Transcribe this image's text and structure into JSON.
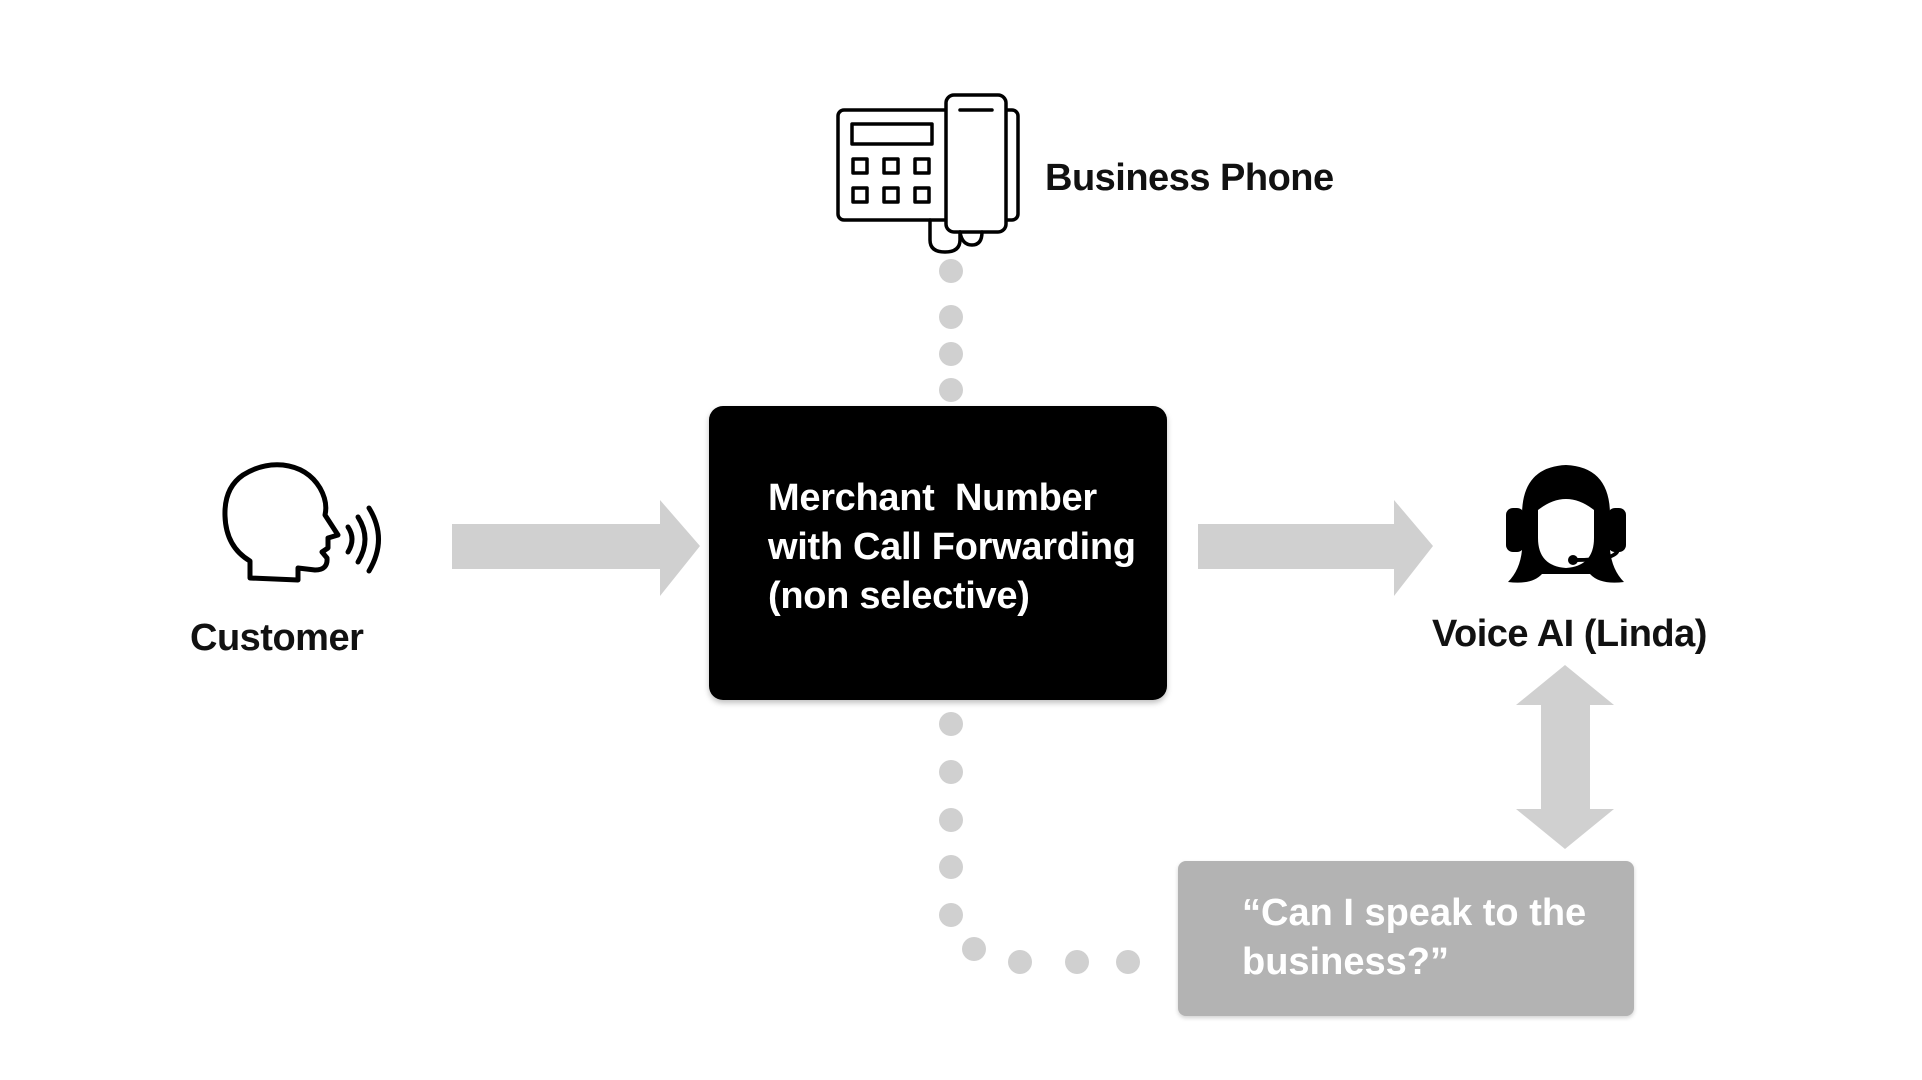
{
  "nodes": {
    "business_phone": {
      "label": "Business Phone",
      "icon": "desk-phone-icon"
    },
    "customer": {
      "label": "Customer",
      "icon": "speaking-head-icon"
    },
    "merchant": {
      "lines": [
        "Merchant  Number",
        "with Call Forwarding",
        "(non selective)"
      ]
    },
    "voice_ai": {
      "label": "Voice AI (Linda)",
      "icon": "headset-agent-icon"
    },
    "quote": {
      "lines": [
        "“Can I speak to the",
        "business?”"
      ]
    }
  },
  "colors": {
    "box": "#000000",
    "quote_box": "#b3b3b3",
    "arrow": "#d0d0d0",
    "dots": "#d0d0d0"
  }
}
